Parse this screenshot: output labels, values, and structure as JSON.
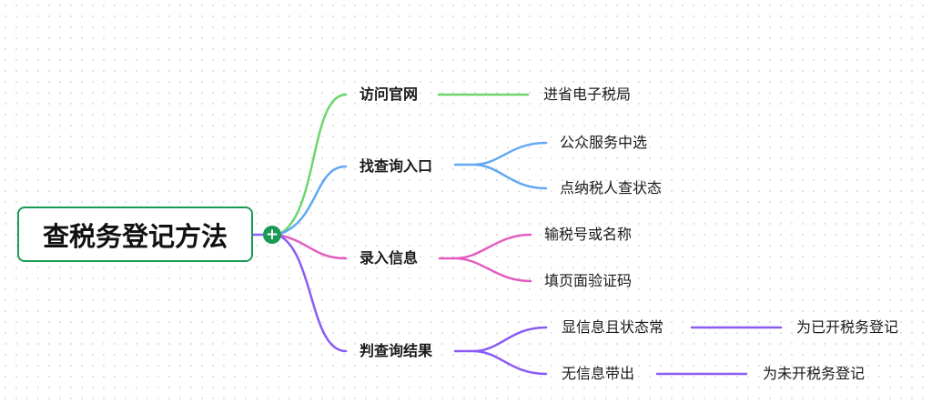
{
  "root": {
    "label": "查税务登记方法",
    "expand_icon": "plus-icon"
  },
  "colors": {
    "root_border": "#1a9a55",
    "green": "#6bd66e",
    "blue": "#62a8f5",
    "pink": "#e45cbf",
    "purple": "#8a5cf5"
  },
  "branches": [
    {
      "label": "访问官网",
      "children": [
        {
          "label": "进省电子税局"
        }
      ]
    },
    {
      "label": "找查询入口",
      "children": [
        {
          "label": "公众服务中选"
        },
        {
          "label": "点纳税人查状态"
        }
      ]
    },
    {
      "label": "录入信息",
      "children": [
        {
          "label": "输税号或名称"
        },
        {
          "label": "填页面验证码"
        }
      ]
    },
    {
      "label": "判查询结果",
      "children": [
        {
          "label": "显信息且状态常",
          "children": [
            {
              "label": "为已开税务登记"
            }
          ]
        },
        {
          "label": "无信息带出",
          "children": [
            {
              "label": "为未开税务登记"
            }
          ]
        }
      ]
    }
  ]
}
